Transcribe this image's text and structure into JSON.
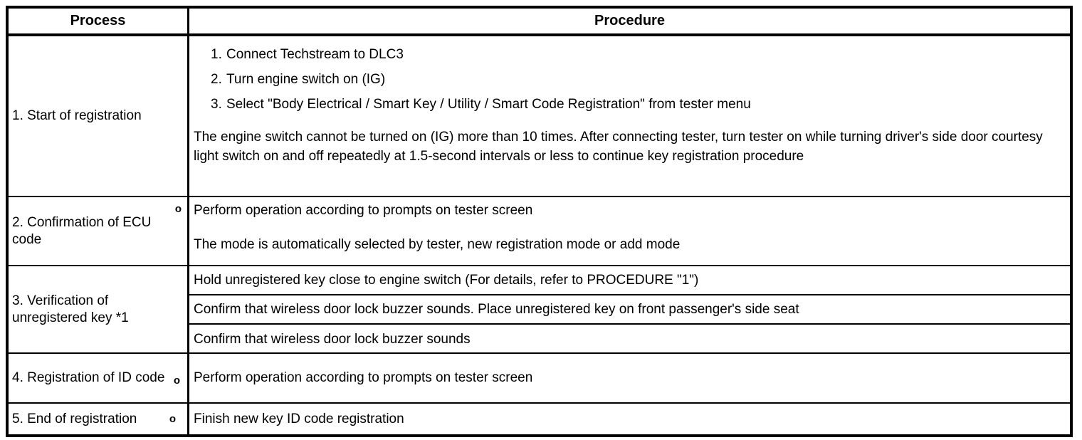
{
  "header": {
    "process": "Process",
    "procedure": "Procedure"
  },
  "rows": {
    "r1": {
      "process": "1. Start of registration",
      "steps": [
        {
          "num": "1.",
          "text": "Connect Techstream to DLC3"
        },
        {
          "num": "2.",
          "text": "Turn engine switch on (IG)"
        },
        {
          "num": "3.",
          "text": "Select \"Body Electrical / Smart Key / Utility / Smart Code Registration\" from tester menu"
        }
      ],
      "note": "The engine switch cannot be turned on (IG) more than 10 times. After connecting tester, turn tester on while turning driver's side door courtesy light switch on and off repeatedly at 1.5-second intervals or less to continue key registration procedure"
    },
    "r2": {
      "process": "2. Confirmation of ECU code",
      "marker": "o",
      "line1": "Perform operation according to prompts on tester screen",
      "line2": "The mode is automatically selected by tester, new registration mode or add mode"
    },
    "r3": {
      "process": "3. Verification of unregistered key *1",
      "sub1": "Hold unregistered key close to engine switch (For details, refer to PROCEDURE \"1\")",
      "sub2": "Confirm that wireless door lock buzzer sounds. Place unregistered key on front passenger's side seat",
      "sub3": "Confirm that wireless door lock buzzer sounds"
    },
    "r4": {
      "process": "4. Registration of ID code",
      "marker": "o",
      "line1": "Perform operation according to prompts on tester screen"
    },
    "r5": {
      "process": "5. End of registration",
      "marker": "o",
      "line1": "Finish new key ID code registration"
    }
  },
  "colors": {
    "foreground": "#000000",
    "background": "#ffffff"
  }
}
